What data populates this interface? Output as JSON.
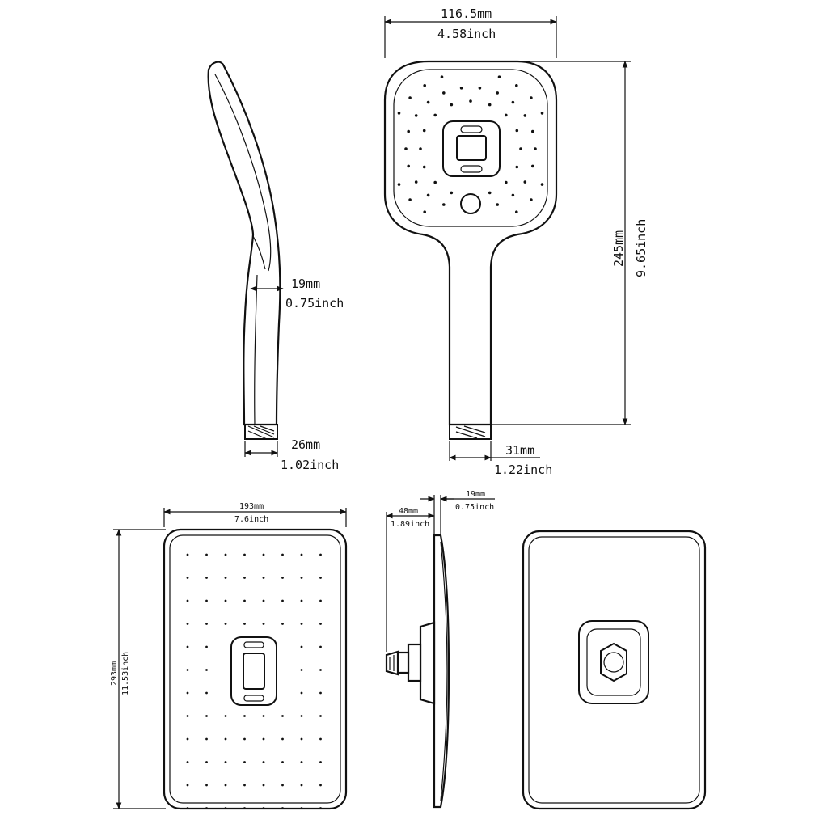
{
  "handheld": {
    "side_view": {
      "neck_mm": "19mm",
      "neck_inch": "0.75inch",
      "base_mm": "26mm",
      "base_inch": "1.02inch"
    },
    "front_view": {
      "width_mm": "116.5mm",
      "width_inch": "4.58inch",
      "height_mm": "245mm",
      "height_inch": "9.65inch",
      "base_mm": "31mm",
      "base_inch": "1.22inch"
    }
  },
  "overhead": {
    "front_view": {
      "width_mm": "193mm",
      "width_inch": "7.6inch",
      "height_mm": "293mm",
      "height_inch": "11.53inch"
    },
    "side_view": {
      "depth_mm": "48mm",
      "depth_inch": "1.89inch",
      "thickness_mm": "19mm",
      "thickness_inch": "0.75inch"
    }
  },
  "colors": {
    "line": "#111111",
    "background": "#ffffff"
  }
}
